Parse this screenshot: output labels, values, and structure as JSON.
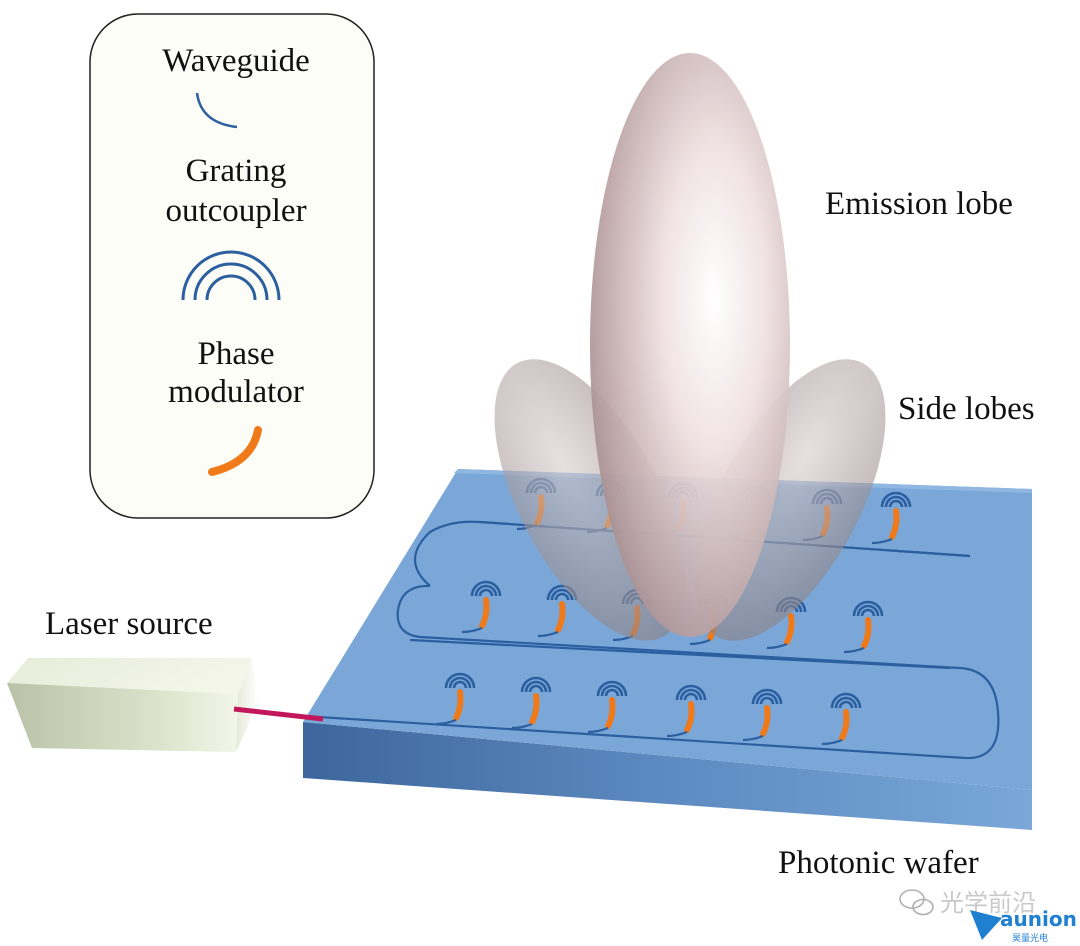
{
  "legend": {
    "waveguide_label": "Waveguide",
    "grating_label_line1": "Grating",
    "grating_label_line2": "outcoupler",
    "phase_label_line1": "Phase",
    "phase_label_line2": "modulator"
  },
  "labels": {
    "emission_lobe": "Emission lobe",
    "side_lobes": "Side lobes",
    "laser_source": "Laser source",
    "photonic_wafer": "Photonic wafer"
  },
  "watermark": {
    "channel_name": "光学前沿",
    "brand": "aunion",
    "brand_sub": "昊量光电"
  },
  "colors": {
    "waveguide": "#2b5fa0",
    "modulator": "#f07a1a",
    "wafer_top": "#7aa7d8",
    "wafer_side": "#4a79b0",
    "laser_fiber": "#c2185b",
    "legend_bg": "#fdfdf7"
  },
  "icons": [
    "waveguide-icon",
    "grating-outcoupler-icon",
    "phase-modulator-icon",
    "wechat-icon",
    "aunion-logo-icon"
  ]
}
